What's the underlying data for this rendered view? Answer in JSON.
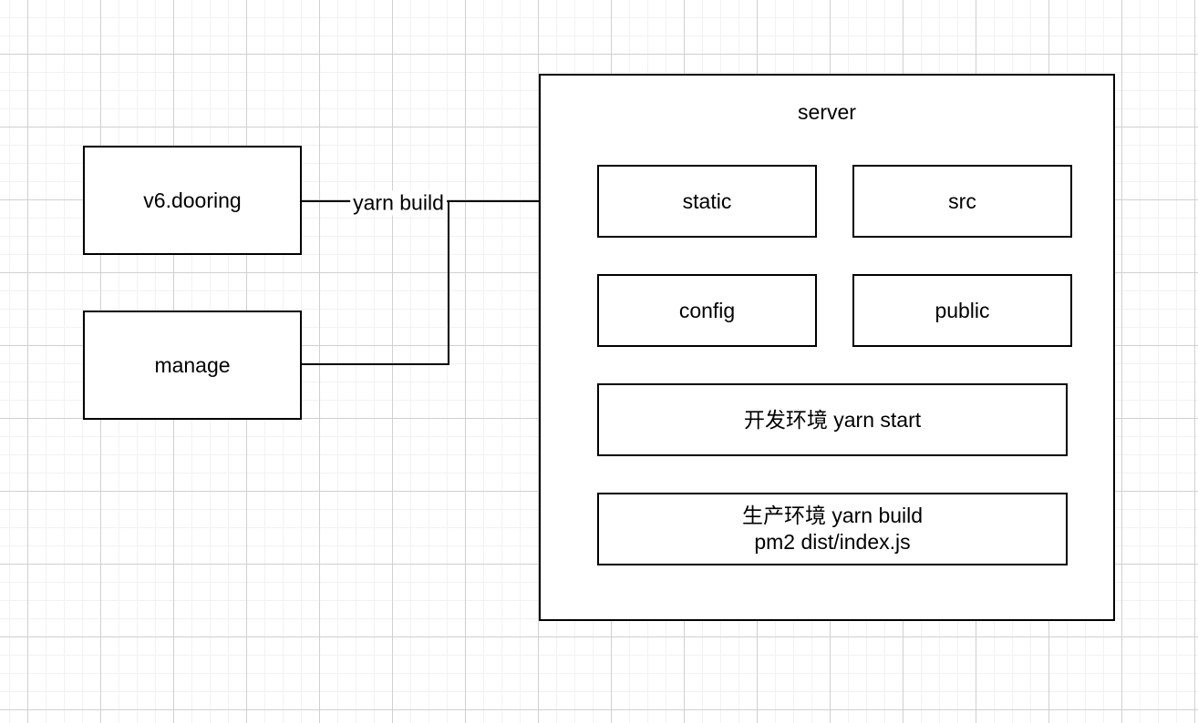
{
  "canvas": {
    "background_color": "#ffffff",
    "grid_minor_color": "#f2f2f2",
    "grid_major_color": "#d0d0d0",
    "shape_stroke_color": "#000000",
    "shape_fill_color": "#ffffff"
  },
  "nodes": {
    "v6dooring": {
      "label": "v6.dooring"
    },
    "manage": {
      "label": "manage"
    },
    "server": {
      "label": "server"
    },
    "static": {
      "label": "static"
    },
    "src": {
      "label": "src"
    },
    "config": {
      "label": "config"
    },
    "public": {
      "label": "public"
    },
    "dev_env": {
      "label": "开发环境 yarn start"
    },
    "prod_env": {
      "line1": "生产环境 yarn build",
      "line2": "pm2 dist/index.js"
    }
  },
  "edges": {
    "v6dooring_to_static": {
      "label": "yarn build"
    },
    "manage_to_edge": {
      "label": ""
    }
  }
}
